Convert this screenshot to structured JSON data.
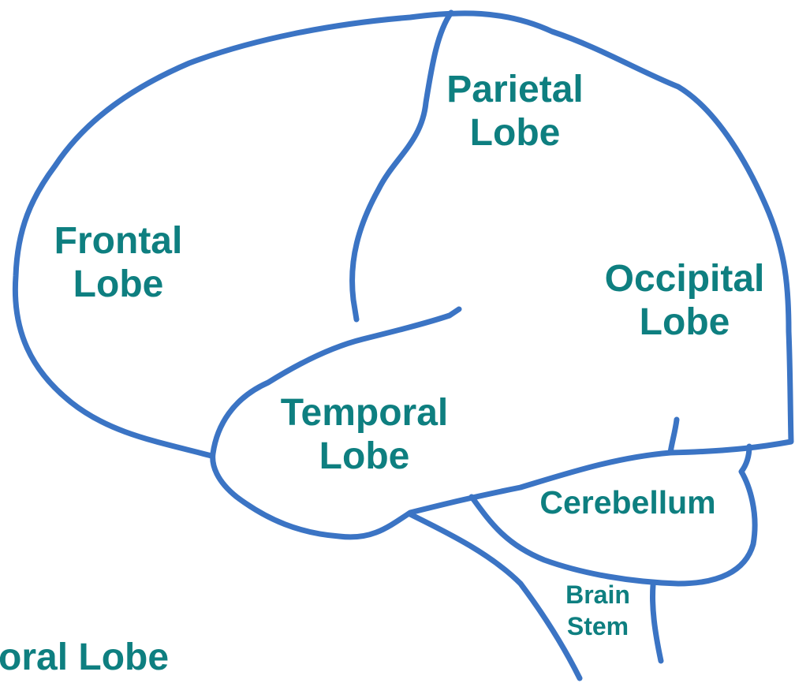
{
  "colors": {
    "outline": "#3b74c4",
    "label": "#0e7f80",
    "background": "#ffffff"
  },
  "labels": {
    "frontal": {
      "line1": "Frontal",
      "line2": "Lobe"
    },
    "parietal": {
      "line1": "Parietal",
      "line2": "Lobe"
    },
    "occipital": {
      "line1": "Occipital",
      "line2": "Lobe"
    },
    "temporal": {
      "line1": "Temporal",
      "line2": "Lobe"
    },
    "cerebellum": {
      "line1": "Cerebellum"
    },
    "brainstem": {
      "line1": "Brain",
      "line2": "Stem"
    },
    "cut_off_caption": "oral Lobe"
  }
}
